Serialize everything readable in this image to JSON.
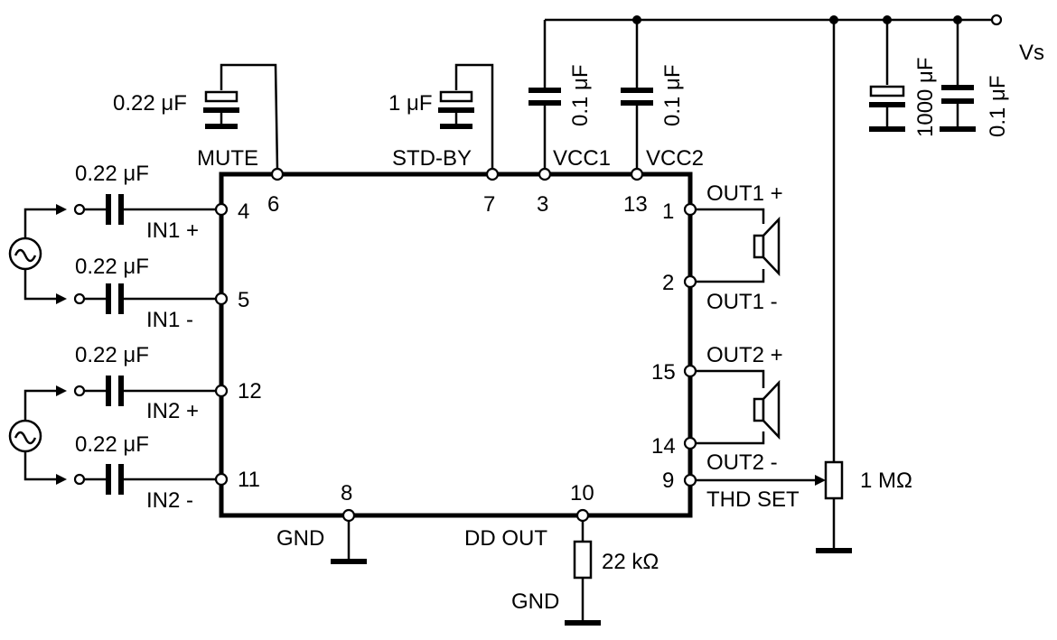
{
  "chip": {
    "pins": {
      "mute": {
        "number": "6",
        "label": "MUTE"
      },
      "stdby": {
        "number": "7",
        "label": "STD-BY"
      },
      "vcc1": {
        "number": "3",
        "label": "VCC1"
      },
      "vcc2": {
        "number": "13",
        "label": "VCC2"
      },
      "in1p": {
        "number": "4",
        "label": "IN1 +"
      },
      "in1n": {
        "number": "5",
        "label": "IN1 -"
      },
      "in2p": {
        "number": "12",
        "label": "IN2 +"
      },
      "in2n": {
        "number": "11",
        "label": "IN2 -"
      },
      "out1p": {
        "number": "1",
        "label": "OUT1 +"
      },
      "out1n": {
        "number": "2",
        "label": "OUT1 -"
      },
      "out2p": {
        "number": "15",
        "label": "OUT2 +"
      },
      "out2n": {
        "number": "14",
        "label": "OUT2 -"
      },
      "thd": {
        "number": "9",
        "label": "THD SET"
      },
      "gnd": {
        "number": "8",
        "label": "GND"
      },
      "ddout": {
        "number": "10",
        "label": "DD OUT"
      }
    }
  },
  "components": {
    "c_in1p": "0.22 μF",
    "c_in1n": "0.22 μF",
    "c_in2p": "0.22 μF",
    "c_in2n": "0.22 μF",
    "c_mute": "0.22 μF",
    "c_stdby": "1 μF",
    "c_vcc1": "0.1 μF",
    "c_vcc2": "0.1 μF",
    "c_bulk": "1000 μF",
    "c_vs": "0.1 μF",
    "r_pot": "1 MΩ",
    "r_dd": "22 kΩ"
  },
  "nets": {
    "supply": "Vs",
    "ground": "GND"
  }
}
